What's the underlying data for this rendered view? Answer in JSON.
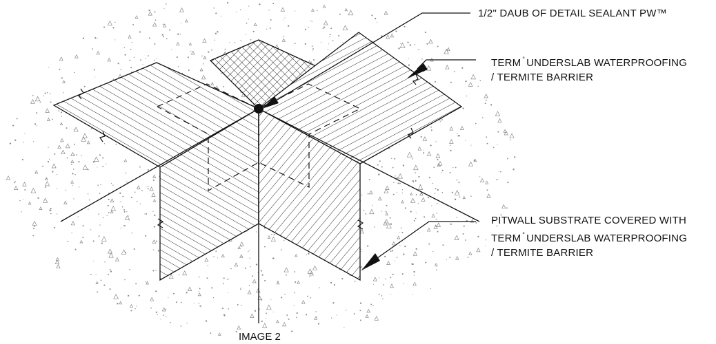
{
  "callouts": {
    "sealant": {
      "text": "1/2\" DAUB OF DETAIL SEALANT PW™"
    },
    "membrane": {
      "line1_pre": "TERM",
      "line1_post": "UNDERSLAB WATERPROOFING",
      "line2": "/ TERMITE BARRIER"
    },
    "pitwall": {
      "line1": "PITWALL SUBSTRATE COVERED WITH",
      "line2_pre": "TERM",
      "line2_post": "UNDERSLAB WATERPROOFING",
      "line3": "/ TERMITE BARRIER"
    },
    "registered_mark": "°"
  },
  "caption": "IMAGE 2",
  "colors": {
    "line": "#111111",
    "background": "#ffffff",
    "speckle": "#8a8a8a"
  }
}
